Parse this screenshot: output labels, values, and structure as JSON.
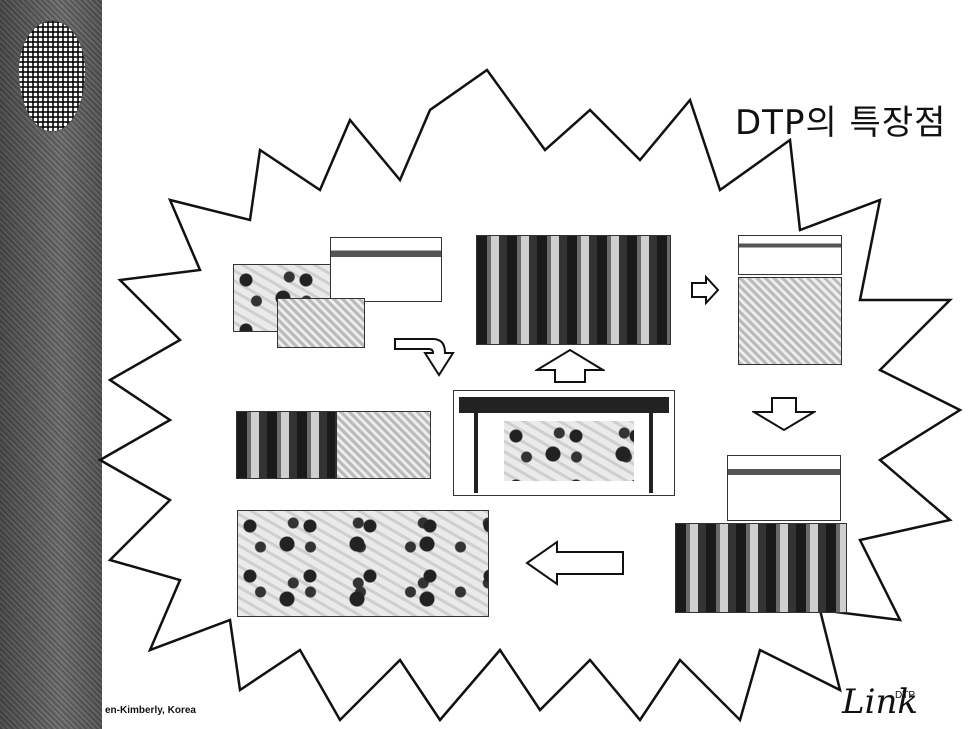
{
  "slide": {
    "title": "DTP의 특장점",
    "footer_left": "en-Kimberly, Korea",
    "brand_script": "Link",
    "brand_sub": "DTP"
  },
  "icons": [
    "egg-logo-icon",
    "right-arrow-icon",
    "up-arrow-icon",
    "down-arrow-icon",
    "left-arrow-icon",
    "curved-arrow-icon"
  ]
}
